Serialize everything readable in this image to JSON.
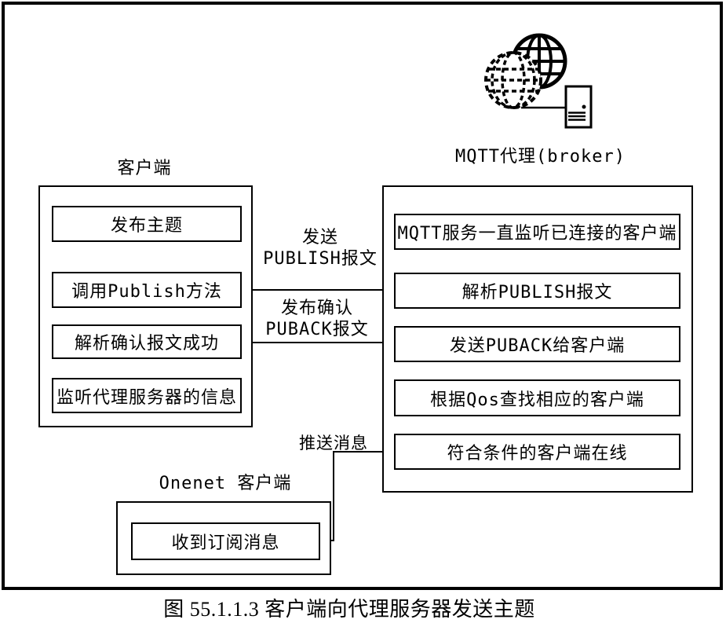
{
  "figure": {
    "broker_icon_label": "MQTT代理(broker)",
    "client_panel": {
      "title": "客户端",
      "steps": [
        "发布主题",
        "调用Publish方法",
        "解析确认报文成功",
        "监听代理服务器的信息"
      ]
    },
    "broker_panel": {
      "steps": [
        "MQTT服务一直监听已连接的客户端",
        "解析PUBLISH报文",
        "发送PUBACK给客户端",
        "根据Qos查找相应的客户端",
        "符合条件的客户端在线"
      ]
    },
    "onenet_panel": {
      "title": "Onenet 客户端",
      "steps": [
        "收到订阅消息"
      ]
    },
    "flow_labels": {
      "publish": {
        "line1": "发送",
        "line2": "PUBLISH报文"
      },
      "puback": {
        "line1": "发布确认",
        "line2": "PUBACK报文"
      },
      "push": "推送消息"
    },
    "caption": "图 55.1.1.3 客户端向代理服务器发送主题",
    "icons": {
      "network": "globe-icon",
      "host": "server-icon"
    },
    "colors": {
      "ink": "#000000",
      "background": "#ffffff"
    }
  }
}
